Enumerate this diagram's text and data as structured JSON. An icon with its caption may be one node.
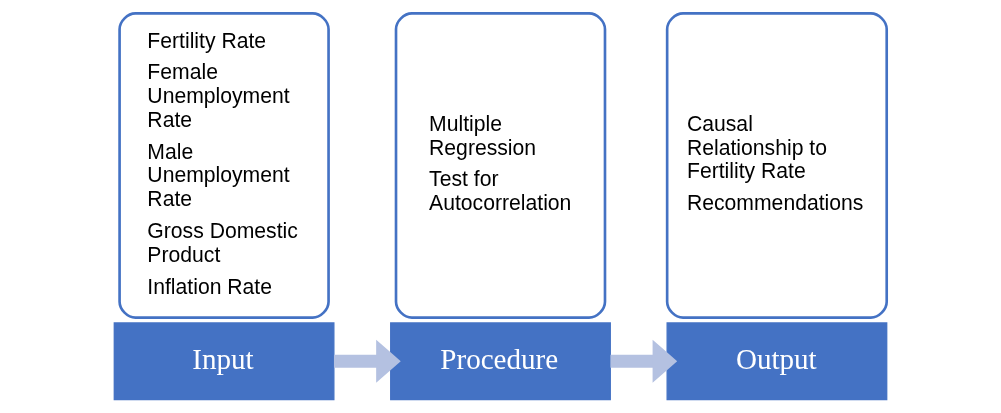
{
  "diagram": {
    "nodes": [
      {
        "text": [
          "Input"
        ]
      },
      {
        "text": [
          "Fertility Rate",
          "Female Unemployment Rate",
          "Male Unemployment Rate",
          "Gross Domestic Product",
          "Inflation Rate"
        ]
      },
      {
        "text": [
          "Procedure"
        ]
      },
      {
        "text": [
          "Multiple Regression",
          "Test for Autocorrelation"
        ]
      },
      {
        "text": [
          "Output"
        ]
      },
      {
        "text": [
          "Causal Relationship to Fertility Rate",
          "Recommendations"
        ]
      }
    ],
    "edges": [
      {
        "from": 0,
        "to": 2,
        "arrow": "to"
      },
      {
        "from": 2,
        "to": 4,
        "arrow": "to"
      }
    ]
  }
}
